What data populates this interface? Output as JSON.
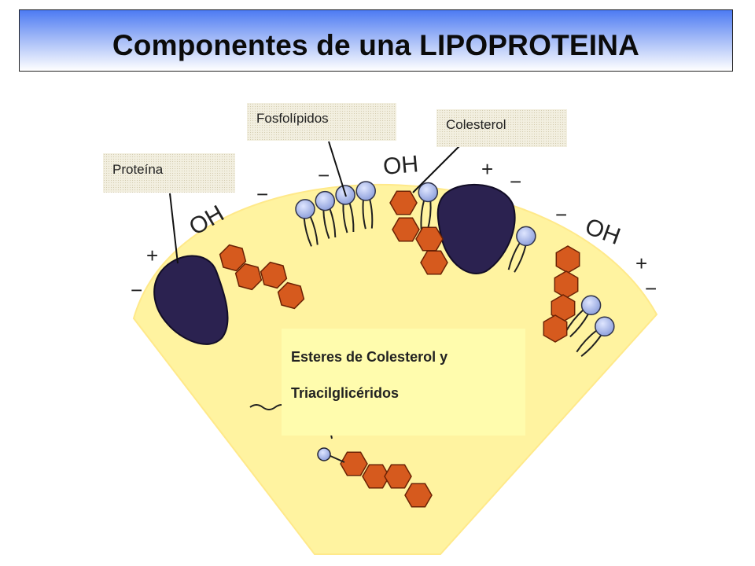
{
  "title": "Componentes de una LIPOPROTEINA",
  "labels": {
    "fosfolipidos": "Fosfolípidos",
    "colesterol": "Colesterol",
    "proteina": "Proteína"
  },
  "core": {
    "line1": "Esteres de Colesterol y",
    "line2": "Triacilglicéridos"
  },
  "annotations": {
    "hydroxyl": "OH",
    "plus": "+",
    "minus": "−"
  },
  "colors": {
    "core_fill": "#fff3a0",
    "phospholipid_head": "#a9b8e8",
    "cholesterol_ring": "#d65a1e",
    "protein": "#2b2250",
    "title_gradient_top": "#4d7bf3"
  }
}
